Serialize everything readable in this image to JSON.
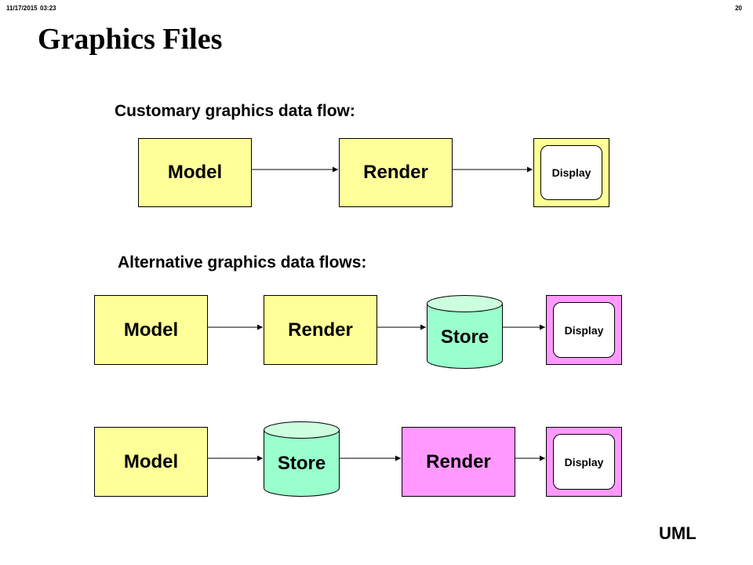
{
  "header": {
    "date": "11/17/2015",
    "time": "03:23",
    "page": "20"
  },
  "title": "Graphics Files",
  "customary": {
    "caption": "Customary graphics data flow:",
    "model": "Model",
    "render": "Render",
    "display": "Display"
  },
  "alternative": {
    "caption": "Alternative graphics data flows:",
    "flow1": {
      "model": "Model",
      "render": "Render",
      "store": "Store",
      "display": "Display"
    },
    "flow2": {
      "model": "Model",
      "store": "Store",
      "render": "Render",
      "display": "Display"
    }
  },
  "footer": {
    "label": "UML"
  },
  "colors": {
    "box_yellow": "#ffff99",
    "box_pink": "#ff99ff",
    "store_green": "#99ffcc",
    "store_top": "#ccffdd"
  }
}
